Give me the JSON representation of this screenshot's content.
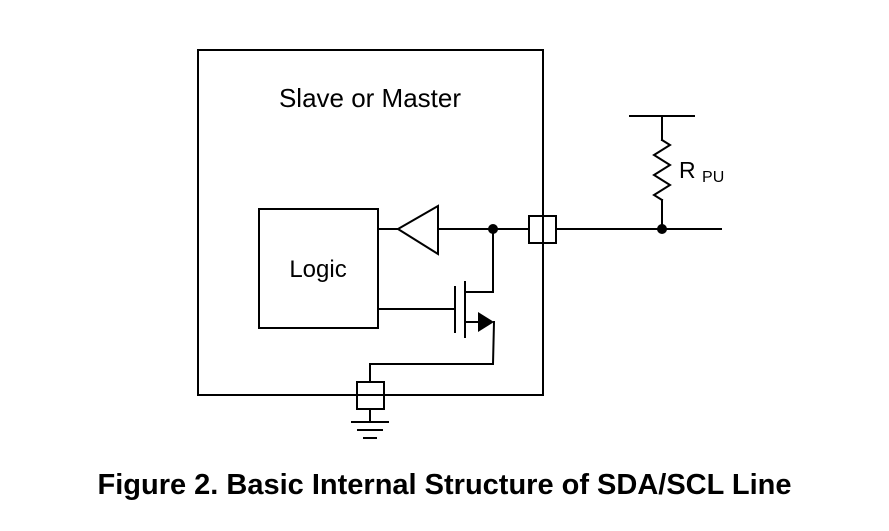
{
  "diagram": {
    "block_label": "Slave or Master",
    "logic_label": "Logic",
    "resistor_label": {
      "main": "R",
      "subscript": "PU"
    }
  },
  "caption": "Figure 2. Basic Internal Structure of SDA/SCL Line"
}
